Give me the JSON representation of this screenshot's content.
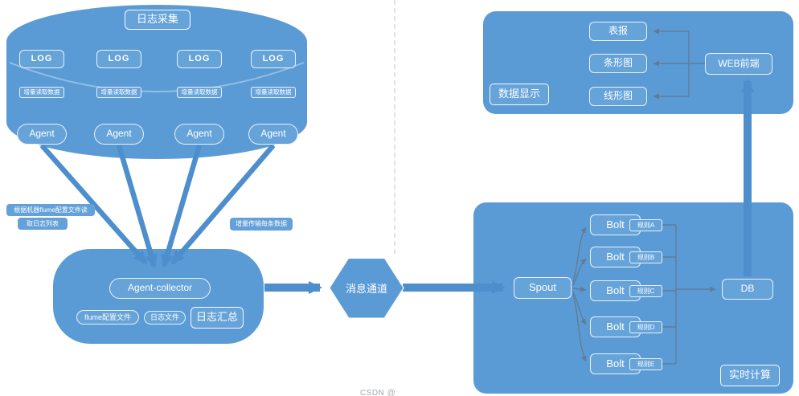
{
  "colors": {
    "primary": "#5B9BD5",
    "node": "#66A3D9",
    "arrow": "#4D8FCC",
    "connector": "#5F7D99",
    "background": "#FFFFFF"
  },
  "log_collection": {
    "title": "日志采集",
    "columns": [
      {
        "log": "LOG",
        "note": "增量读取数据",
        "agent": "Agent"
      },
      {
        "log": "LOG",
        "note": "增量读取数据",
        "agent": "Agent"
      },
      {
        "log": "LOG",
        "note": "增量读取数据",
        "agent": "Agent"
      },
      {
        "log": "LOG",
        "note": "增量读取数据",
        "agent": "Agent"
      }
    ]
  },
  "annotations": {
    "left_line1": "根据机器flume配置文件读",
    "left_line2": "取日志列表",
    "right": "增量传输每条数据"
  },
  "collector": {
    "main": "Agent-collector",
    "flume_config": "flume配置文件",
    "log_file": "日志文件",
    "summary": "日志汇总"
  },
  "channel": {
    "label": "消息通道"
  },
  "display": {
    "label": "数据显示",
    "report": "表报",
    "bar_chart": "条形图",
    "line_chart": "线形图",
    "web": "WEB前端"
  },
  "compute": {
    "label": "实时计算",
    "spout": "Spout",
    "db": "DB",
    "bolts": [
      {
        "label": "Bolt",
        "rule": "规则A"
      },
      {
        "label": "Bolt",
        "rule": "规则B"
      },
      {
        "label": "Bolt",
        "rule": "规则C"
      },
      {
        "label": "Bolt",
        "rule": "规则D"
      },
      {
        "label": "Bolt",
        "rule": "规则E"
      }
    ]
  },
  "watermark": "CSDN @"
}
